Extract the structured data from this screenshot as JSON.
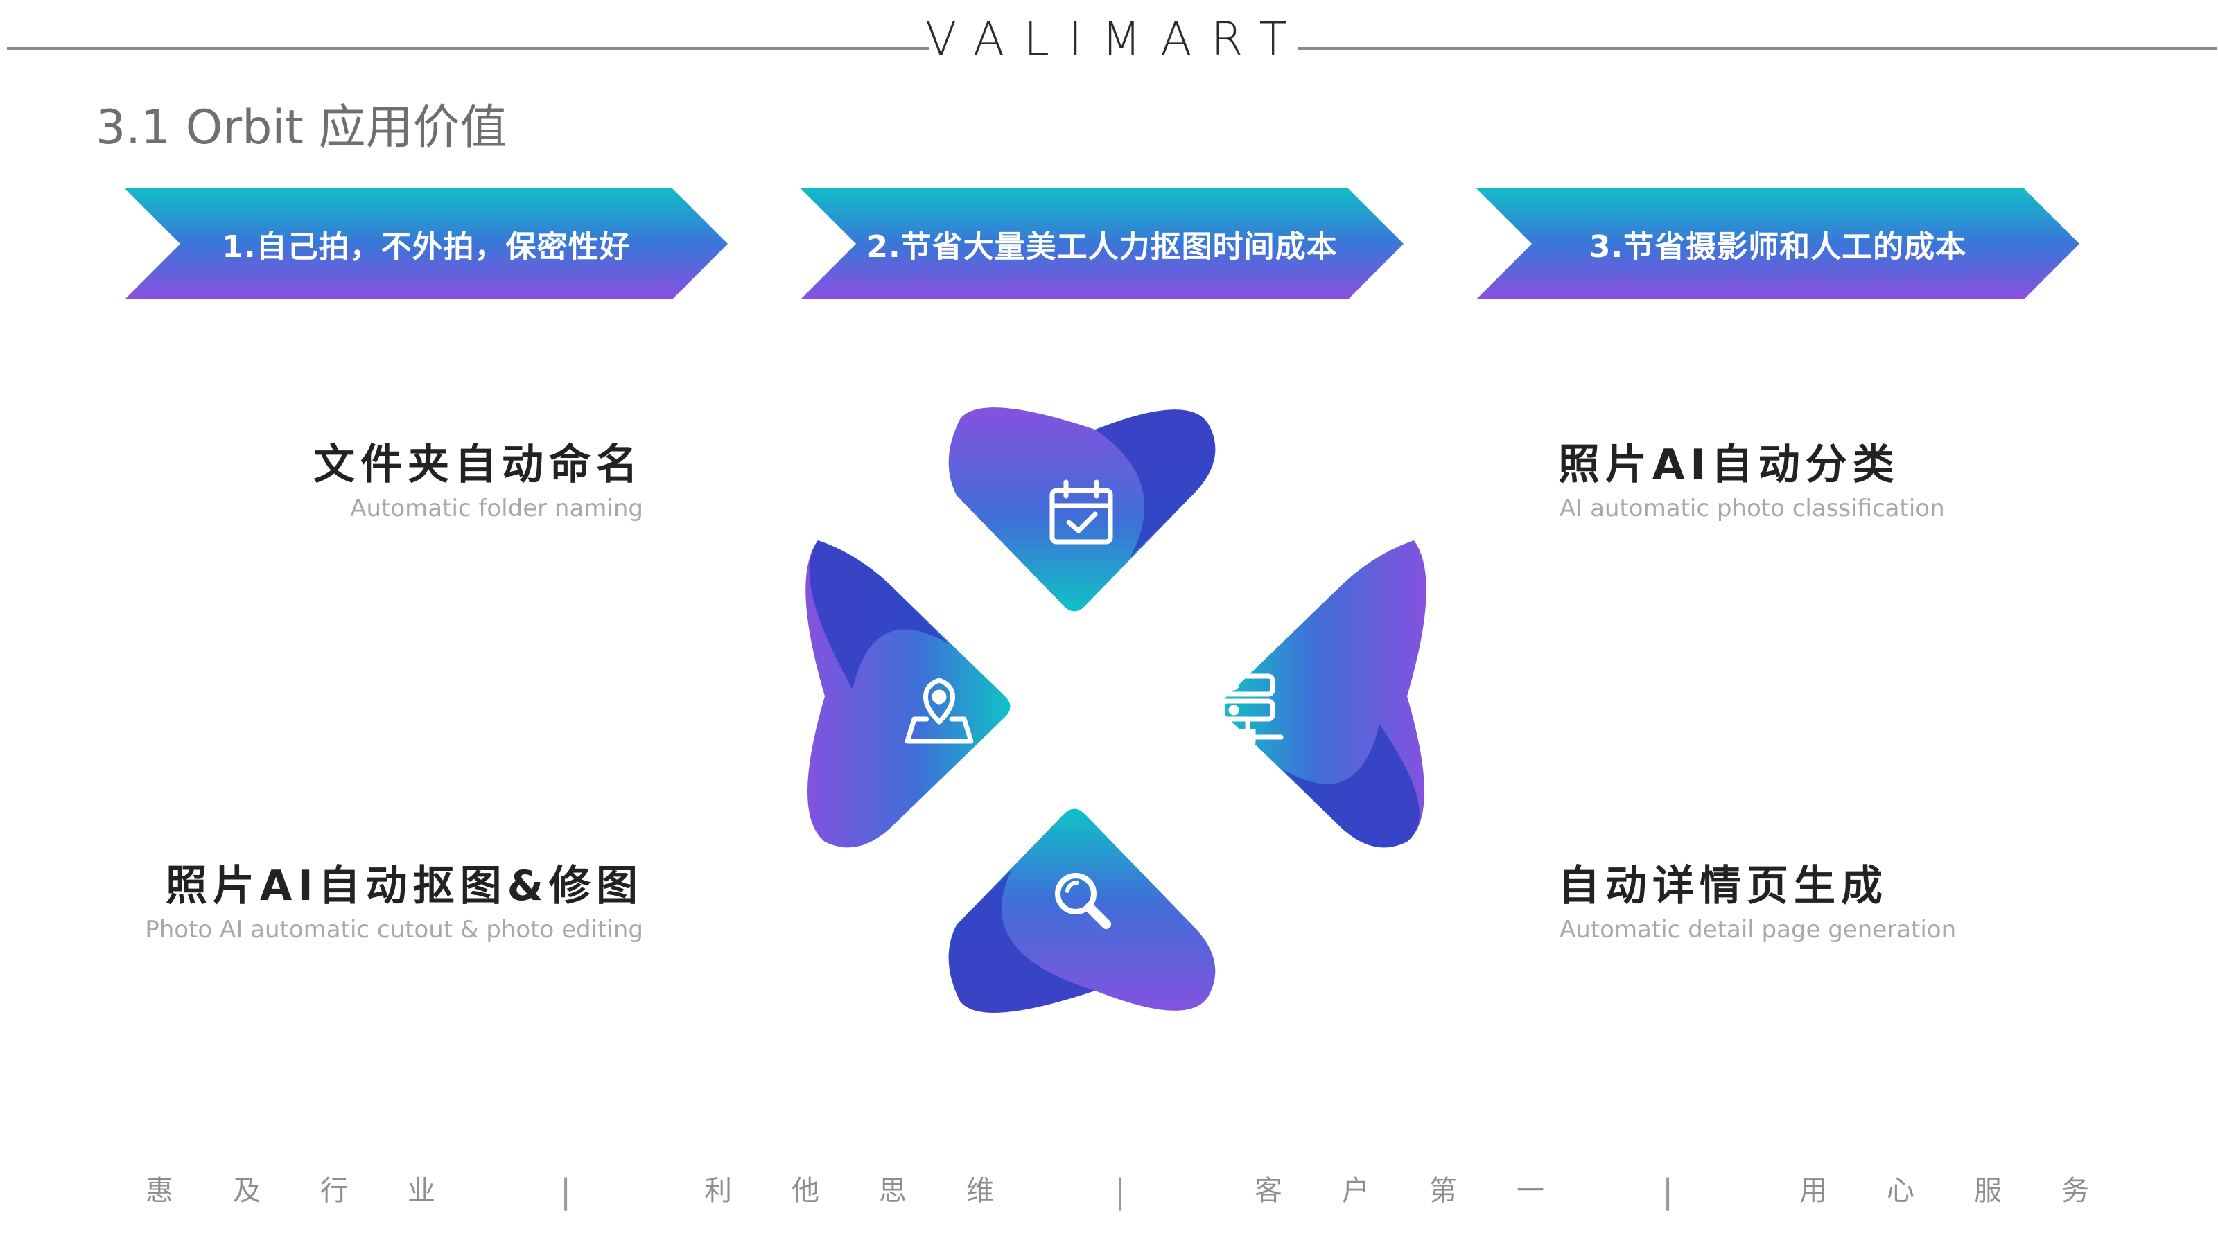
{
  "header": {
    "brand": "VALIMART",
    "title": "3.1 Orbit  应用价值"
  },
  "banners": [
    {
      "label": "1.自己拍，不外拍，保密性好"
    },
    {
      "label": "2.节省大量美工人力抠图时间成本"
    },
    {
      "label": "3.节省摄影师和人工的成本"
    }
  ],
  "features": {
    "top_left": {
      "title": "文件夹自动命名",
      "subtitle": "Automatic folder naming"
    },
    "top_right": {
      "title": "照片AI自动分类",
      "subtitle": "AI automatic photo classification"
    },
    "bottom_left": {
      "title": "照片AI自动抠图&修图",
      "subtitle": "Photo AI automatic cutout & photo editing"
    },
    "bottom_right": {
      "title": "自动详情页生成",
      "subtitle": "Automatic detail page generation"
    }
  },
  "icons": {
    "top": "calendar-check-icon",
    "left": "map-pin-icon",
    "right": "server-network-icon",
    "bottom": "magnifier-icon"
  },
  "colors": {
    "teal": "#12bcc8",
    "blue": "#3a63d6",
    "violet": "#8b4fe0",
    "deep_blue": "#2b3cbf"
  },
  "footer": {
    "values": [
      "惠及行业",
      "利他思维",
      "客户第一",
      "用心服务"
    ],
    "separator": "|"
  }
}
